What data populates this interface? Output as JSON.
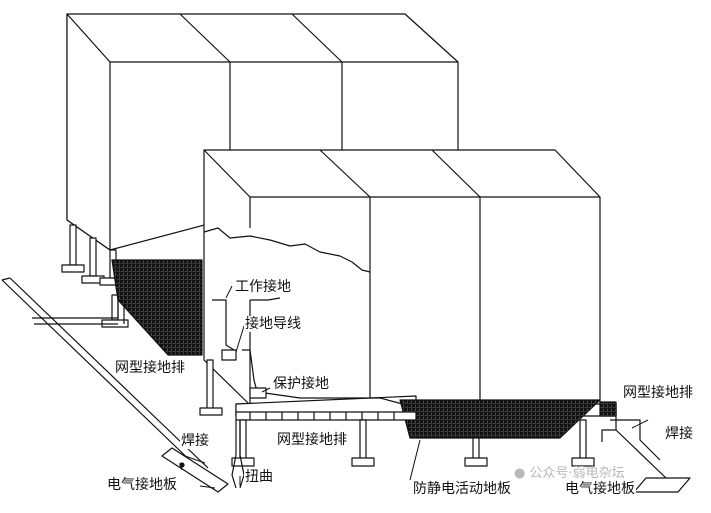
{
  "labels": {
    "work_ground": "工作接地",
    "ground_conductor": "接地导线",
    "grid_ground_bar_left": "网型接地排",
    "protective_ground": "保护接地",
    "grid_ground_bar_right": "网型接地排",
    "grid_ground_bar_center": "网型接地排",
    "weld_left": "焊接",
    "weld_right": "焊接",
    "electrical_ground_plate_left": "电气接地板",
    "electrical_ground_plate_right": "电气接地板",
    "twist": "扭曲",
    "antistatic_floor": "防静电活动地板"
  },
  "watermark": {
    "text": "公众号·弱电杂坛",
    "icon": "wechat-bubble-icon"
  }
}
